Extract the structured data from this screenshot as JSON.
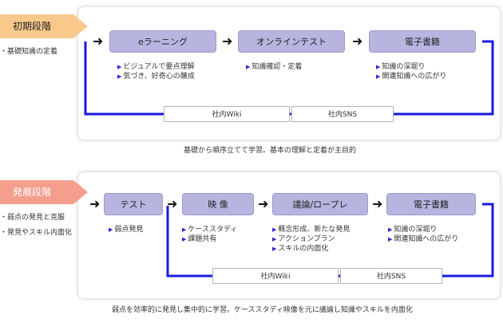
{
  "stage1": {
    "tag": "初期段階",
    "note": "・基礎知識の定着",
    "tag_color": "#f9c98c",
    "steps": [
      {
        "label": "eラーニング",
        "bullets": [
          "ビジュアルで要点理解",
          "気づき、好奇心の醸成"
        ]
      },
      {
        "label": "オンラインテスト",
        "bullets": [
          "知識確認・定着"
        ]
      },
      {
        "label": "電子書籍",
        "bullets": [
          "知識の深堀り",
          "関連知識への広がり"
        ]
      }
    ],
    "loop_labels": [
      "社内Wiki",
      "社内SNS"
    ],
    "caption": "基礎から順序立てて学習。基本の理解と定着が主目的"
  },
  "stage2": {
    "tag": "発展段階",
    "notes": [
      "・弱点の発見と克服",
      "・発見やスキル内面化"
    ],
    "tag_color": "#f59e8e",
    "steps": [
      {
        "label": "テスト",
        "bullets": [
          "弱点発見"
        ]
      },
      {
        "label": "映 像",
        "bullets": [
          "ケーススタディ",
          "課題共有"
        ]
      },
      {
        "label": "議論/ロープレ",
        "bullets": [
          "概念形成、新たな発見",
          "アクションプラン",
          "スキルの内面化"
        ]
      },
      {
        "label": "電子書籍",
        "bullets": [
          "知識の深堀り",
          "関連知識への広がり"
        ]
      }
    ],
    "loop_labels": [
      "社内Wiki",
      "社内SNS"
    ],
    "caption": "弱点を効率的に発見し集中的に学習。ケーススタディ映像を元に議論し知識やスキルを内面化"
  },
  "colors": {
    "box": "#b7b5e0",
    "loop_line": "#1a1adf",
    "bullet_marker": "#2b2bd6"
  }
}
